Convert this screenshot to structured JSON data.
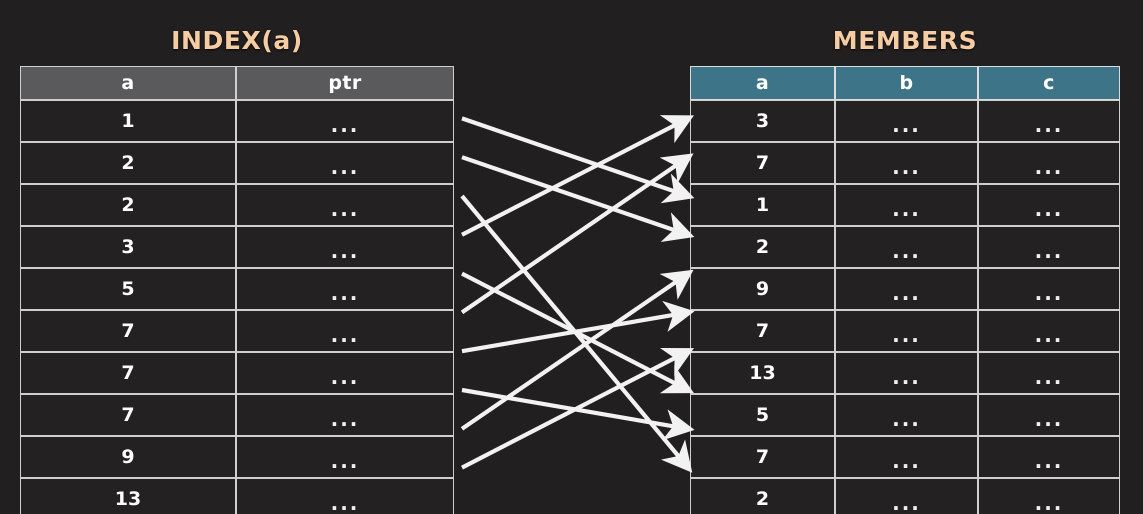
{
  "diagram": {
    "background_color": "#211f1f",
    "title_color": "#f6cca3",
    "index_header_color": "#5a5a5c",
    "members_header_color": "#3d7487",
    "border_color": "#cfcfcf",
    "arrow_color": "#f2f2f2"
  },
  "index_table": {
    "title": "INDEX(a)",
    "columns": [
      "a",
      "ptr"
    ],
    "rows": [
      {
        "a": "1",
        "ptr": "..."
      },
      {
        "a": "2",
        "ptr": "..."
      },
      {
        "a": "2",
        "ptr": "..."
      },
      {
        "a": "3",
        "ptr": "..."
      },
      {
        "a": "5",
        "ptr": "..."
      },
      {
        "a": "7",
        "ptr": "..."
      },
      {
        "a": "7",
        "ptr": "..."
      },
      {
        "a": "7",
        "ptr": "..."
      },
      {
        "a": "9",
        "ptr": "..."
      },
      {
        "a": "13",
        "ptr": "..."
      }
    ]
  },
  "members_table": {
    "title": "MEMBERS",
    "columns": [
      "a",
      "b",
      "c"
    ],
    "rows": [
      {
        "a": "3",
        "b": "...",
        "c": "..."
      },
      {
        "a": "7",
        "b": "...",
        "c": "..."
      },
      {
        "a": "1",
        "b": "...",
        "c": "..."
      },
      {
        "a": "2",
        "b": "...",
        "c": "..."
      },
      {
        "a": "9",
        "b": "...",
        "c": "..."
      },
      {
        "a": "7",
        "b": "...",
        "c": "..."
      },
      {
        "a": "13",
        "b": "...",
        "c": "..."
      },
      {
        "a": "5",
        "b": "...",
        "c": "..."
      },
      {
        "a": "7",
        "b": "...",
        "c": "..."
      },
      {
        "a": "2",
        "b": "...",
        "c": "..."
      }
    ]
  },
  "arrows": [
    {
      "from_index_row": 1,
      "from_value": "1",
      "to_member_row": 3,
      "to_value": "1"
    },
    {
      "from_index_row": 2,
      "from_value": "2",
      "to_member_row": 4,
      "to_value": "2"
    },
    {
      "from_index_row": 3,
      "from_value": "2",
      "to_member_row": 10,
      "to_value": "2"
    },
    {
      "from_index_row": 4,
      "from_value": "3",
      "to_member_row": 1,
      "to_value": "3"
    },
    {
      "from_index_row": 5,
      "from_value": "5",
      "to_member_row": 8,
      "to_value": "5"
    },
    {
      "from_index_row": 6,
      "from_value": "7",
      "to_member_row": 2,
      "to_value": "7"
    },
    {
      "from_index_row": 7,
      "from_value": "7",
      "to_member_row": 6,
      "to_value": "7"
    },
    {
      "from_index_row": 8,
      "from_value": "7",
      "to_member_row": 9,
      "to_value": "7"
    },
    {
      "from_index_row": 9,
      "from_value": "9",
      "to_member_row": 5,
      "to_value": "9"
    },
    {
      "from_index_row": 10,
      "from_value": "13",
      "to_member_row": 7,
      "to_value": "13"
    }
  ]
}
